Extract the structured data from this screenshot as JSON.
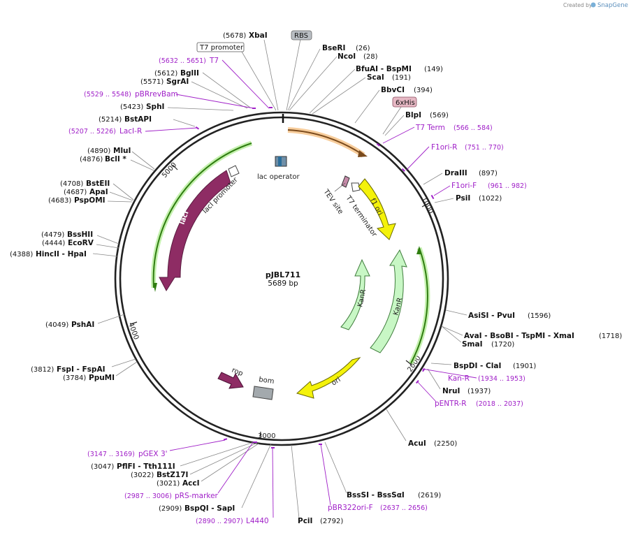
{
  "credit": {
    "prefix": "Created by",
    "brand": "SnapGene"
  },
  "plasmid": {
    "name": "pJBL711",
    "size": "5689 bp"
  },
  "ticks": [
    "1000",
    "2000",
    "3000",
    "4000",
    "5000"
  ],
  "features": {
    "lacI": "lacI",
    "lacI_promoter": "lacI promoter",
    "lac_operator": "lac operator",
    "tev_site": "TEV site",
    "t7_terminator": "T7 terminator",
    "f1_ori": "f1 ori",
    "kanR_1": "KanR",
    "kanR_2": "KanR",
    "ori": "ori",
    "rop": "rop",
    "bom": "bom"
  },
  "boxed": {
    "rbs": "RBS",
    "t7_promoter": "T7 promoter",
    "his": "6xHis"
  },
  "enzymes": {
    "xbai": {
      "pos": "(5678)",
      "name": "XbaI"
    },
    "bseri": {
      "pos": "(26)",
      "name": "BseRI"
    },
    "ncoi": {
      "pos": "(28)",
      "name": "NcoI"
    },
    "bfuai": {
      "pos": "(149)",
      "name": "BfuAI  - BspMI"
    },
    "scai": {
      "pos": "(191)",
      "name": "ScaI"
    },
    "bbvci": {
      "pos": "(394)",
      "name": "BbvCI"
    },
    "blpi": {
      "pos": "(569)",
      "name": "BlpI"
    },
    "draiii": {
      "pos": "(897)",
      "name": "DraIII"
    },
    "psii": {
      "pos": "(1022)",
      "name": "PsiI"
    },
    "asisi": {
      "pos": "(1596)",
      "name": "AsiSI  - PvuI"
    },
    "avai": {
      "pos": "(1718)",
      "name": "AvaI  - BsoBI  - TspMI  - XmaI"
    },
    "smai": {
      "pos": "(1720)",
      "name": "SmaI"
    },
    "bspdi": {
      "pos": "(1901)",
      "name": "BspDI  - ClaI"
    },
    "nrui": {
      "pos": "(1937)",
      "name": "NruI"
    },
    "acui": {
      "pos": "(2250)",
      "name": "AcuI"
    },
    "bsssi": {
      "pos": "(2619)",
      "name": "BssSI  - BssSαI"
    },
    "pcii": {
      "pos": "(2792)",
      "name": "PciI"
    },
    "bspqi": {
      "pos": "(2909)",
      "name": "BspQI  - SapI"
    },
    "acci": {
      "pos": "(3021)",
      "name": "AccI"
    },
    "bstz17i": {
      "pos": "(3022)",
      "name": "BstZ17I"
    },
    "pflfi": {
      "pos": "(3047)",
      "name": "PflFI  - Tth111I"
    },
    "fspi": {
      "pos": "(3812)",
      "name": "FspI  - FspAI"
    },
    "ppumi": {
      "pos": "(3784)",
      "name": "PpuMI"
    },
    "pshai": {
      "pos": "(4049)",
      "name": "PshAI"
    },
    "hincii": {
      "pos": "(4388)",
      "name": "HincII  - HpaI"
    },
    "ecorv": {
      "pos": "(4444)",
      "name": "EcoRV"
    },
    "bsshii": {
      "pos": "(4479)",
      "name": "BssHII"
    },
    "pspomi": {
      "pos": "(4683)",
      "name": "PspOMI"
    },
    "apai": {
      "pos": "(4687)",
      "name": "ApaI"
    },
    "bsteii": {
      "pos": "(4708)",
      "name": "BstEII"
    },
    "bcli": {
      "pos": "(4876)",
      "name": "BclI *"
    },
    "mlui": {
      "pos": "(4890)",
      "name": "MluI"
    },
    "bstapi": {
      "pos": "(5214)",
      "name": "BstAPI"
    },
    "sphi": {
      "pos": "(5423)",
      "name": "SphI"
    },
    "sgrai": {
      "pos": "(5571)",
      "name": "SgrAI"
    },
    "bglii": {
      "pos": "(5612)",
      "name": "BglII"
    }
  },
  "primers": {
    "t7": {
      "pos": "(5632 .. 5651)",
      "name": "T7"
    },
    "pbrrevbam": {
      "pos": "(5529 .. 5548)",
      "name": "pBRrevBam"
    },
    "laci_r": {
      "pos": "(5207 .. 5226)",
      "name": "LacI-R"
    },
    "t7term": {
      "pos": "(566 .. 584)",
      "name": "T7 Term"
    },
    "f1ori_r": {
      "pos": "(751 .. 770)",
      "name": "F1ori-R"
    },
    "f1ori_f": {
      "pos": "(961 .. 982)",
      "name": "F1ori-F"
    },
    "kan_r": {
      "pos": "(1934 .. 1953)",
      "name": "Kan-R"
    },
    "pentr_r": {
      "pos": "(2018 .. 2037)",
      "name": "pENTR-R"
    },
    "pbr322ori_f": {
      "pos": "(2637 .. 2656)",
      "name": "pBR322ori-F"
    },
    "l4440": {
      "pos": "(2890 .. 2907)",
      "name": "L4440"
    },
    "prs_marker": {
      "pos": "(2987 .. 3006)",
      "name": "pRS-marker"
    },
    "pgex3": {
      "pos": "(3147 .. 3169)",
      "name": "pGEX 3'"
    }
  },
  "colors": {
    "backbone": "#222222",
    "lacI": "#8e2c64",
    "rop": "#8e2c64",
    "f1_ori": "#f4f20a",
    "ori": "#f4f20a",
    "kanR": "#c8f7c5",
    "bom": "#a3a9ad",
    "primer": "#a020c8",
    "orf_green": "#2f7d10"
  }
}
